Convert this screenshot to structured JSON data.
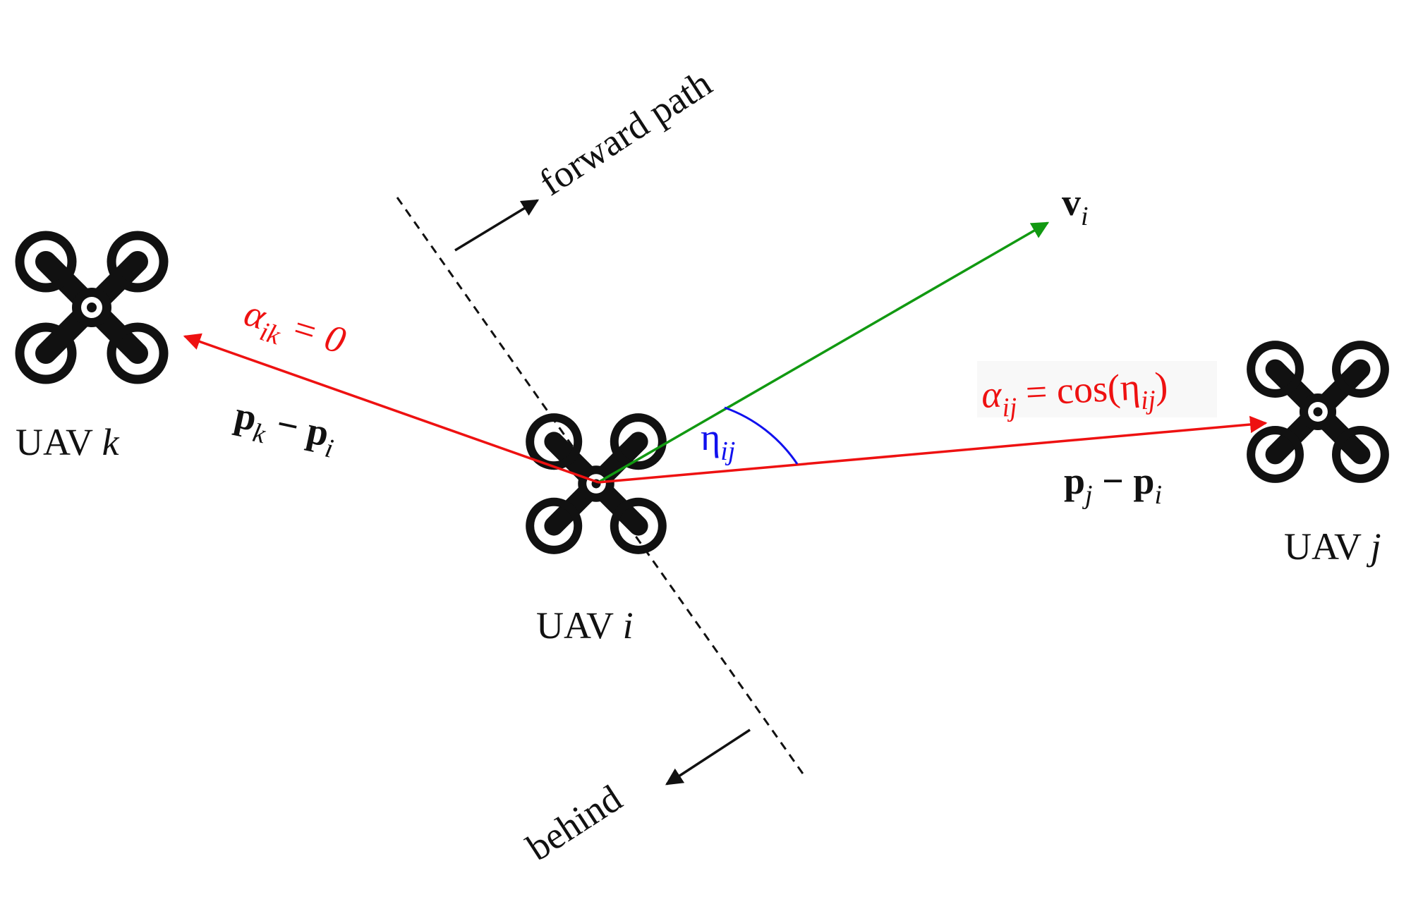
{
  "labels": {
    "forward_path": "forward path",
    "behind": "behind",
    "uav_k": {
      "text": "UAV ",
      "var": "k"
    },
    "uav_i": {
      "text": "UAV ",
      "var": "i"
    },
    "uav_j": {
      "text": "UAV ",
      "var": "j"
    },
    "v_i": {
      "main": "v",
      "sub": "i"
    },
    "eta_ij": {
      "main": "η",
      "sub": "ij"
    },
    "alpha_ik": {
      "main": "α",
      "sub": "ik",
      "rest": " = 0"
    },
    "alpha_ij": {
      "main": "α",
      "sub": "ij",
      "mid": " = cos(η",
      "sub2": "ij",
      "end": ")"
    },
    "pk_minus_pi": {
      "p1": "p",
      "s1": "k",
      "op": " − ",
      "p2": "p",
      "s2": "i"
    },
    "pj_minus_pi": {
      "p1": "p",
      "s1": "j",
      "op": " − ",
      "p2": "p",
      "s2": "i"
    }
  },
  "colors": {
    "position_vectors": "#ee1111",
    "velocity_vector": "#119911",
    "angle_arc": "#1111ee",
    "boundary": "#111111"
  },
  "icons": [
    "drone-icon"
  ]
}
